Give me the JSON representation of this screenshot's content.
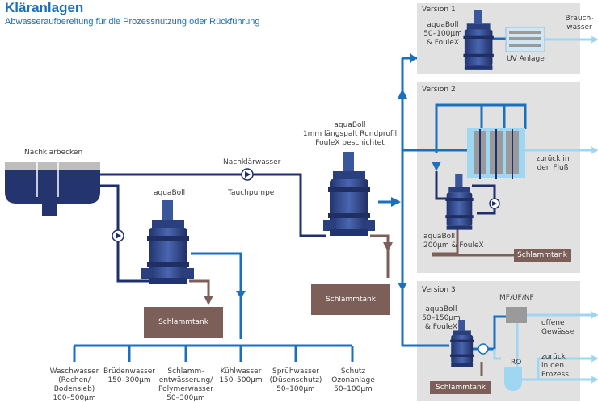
{
  "header": {
    "title": "Kläranlagen",
    "subtitle": "Abwasseraufbereitung für die Prozessnutzung oder Rückführung"
  },
  "labels": {
    "nachklaerbecken": "Nachklärbecken",
    "nachklaerwasser": "Nachklärwasser",
    "tauchpumpe": "Tauchpumpe",
    "aquaboll_left": "aquaBoll",
    "aquaboll_center": "aquaBoll\n1mm längspalt Rundprofil\nFouleX beschichtet",
    "schlammtank": "Schlammtank"
  },
  "versions": [
    {
      "label": "Version 1",
      "filter": "aquaBoll\n50–100µm\n& FouleX",
      "unit": "UV Anlage",
      "output": "Brauch-\nwasser"
    },
    {
      "label": "Version 2",
      "filter": "aquaBoll\n200µm & FouleX",
      "output": "zurück in\nden Fluß",
      "tank": "Schlammtank"
    },
    {
      "label": "Version 3",
      "filter": "aquaBoll\n50–150µm\n& FouleX",
      "membrane": "MF/UF/NF",
      "ro": "RO",
      "output_top": "offene\nGewässer",
      "output_bottom": "zurück\nin den\nProzess",
      "tank": "Schlammtank"
    }
  ],
  "uses": [
    {
      "name": "Waschwasser\n(Rechen/\nBodensieb)",
      "range": "100–500µm"
    },
    {
      "name": "Brüdenwasser",
      "range": "150–300µm"
    },
    {
      "name": "Schlamm-\nentwässerung/\nPolymerwasser",
      "range": "50–300µm"
    },
    {
      "name": "Kühlwasser",
      "range": "150–500µm"
    },
    {
      "name": "Sprühwasser\n(Düsenschutz)",
      "range": "50–100µm"
    },
    {
      "name": "Schutz\nOzonanlage",
      "range": "50–100µm"
    }
  ],
  "colors": {
    "pipe_blue": "#1a6fbf",
    "pipe_navy": "#1f2f6e",
    "sludge_brown": "#7b5f58",
    "light_blue": "#9fd6f2",
    "filter_blue": "#2f4f9a"
  }
}
